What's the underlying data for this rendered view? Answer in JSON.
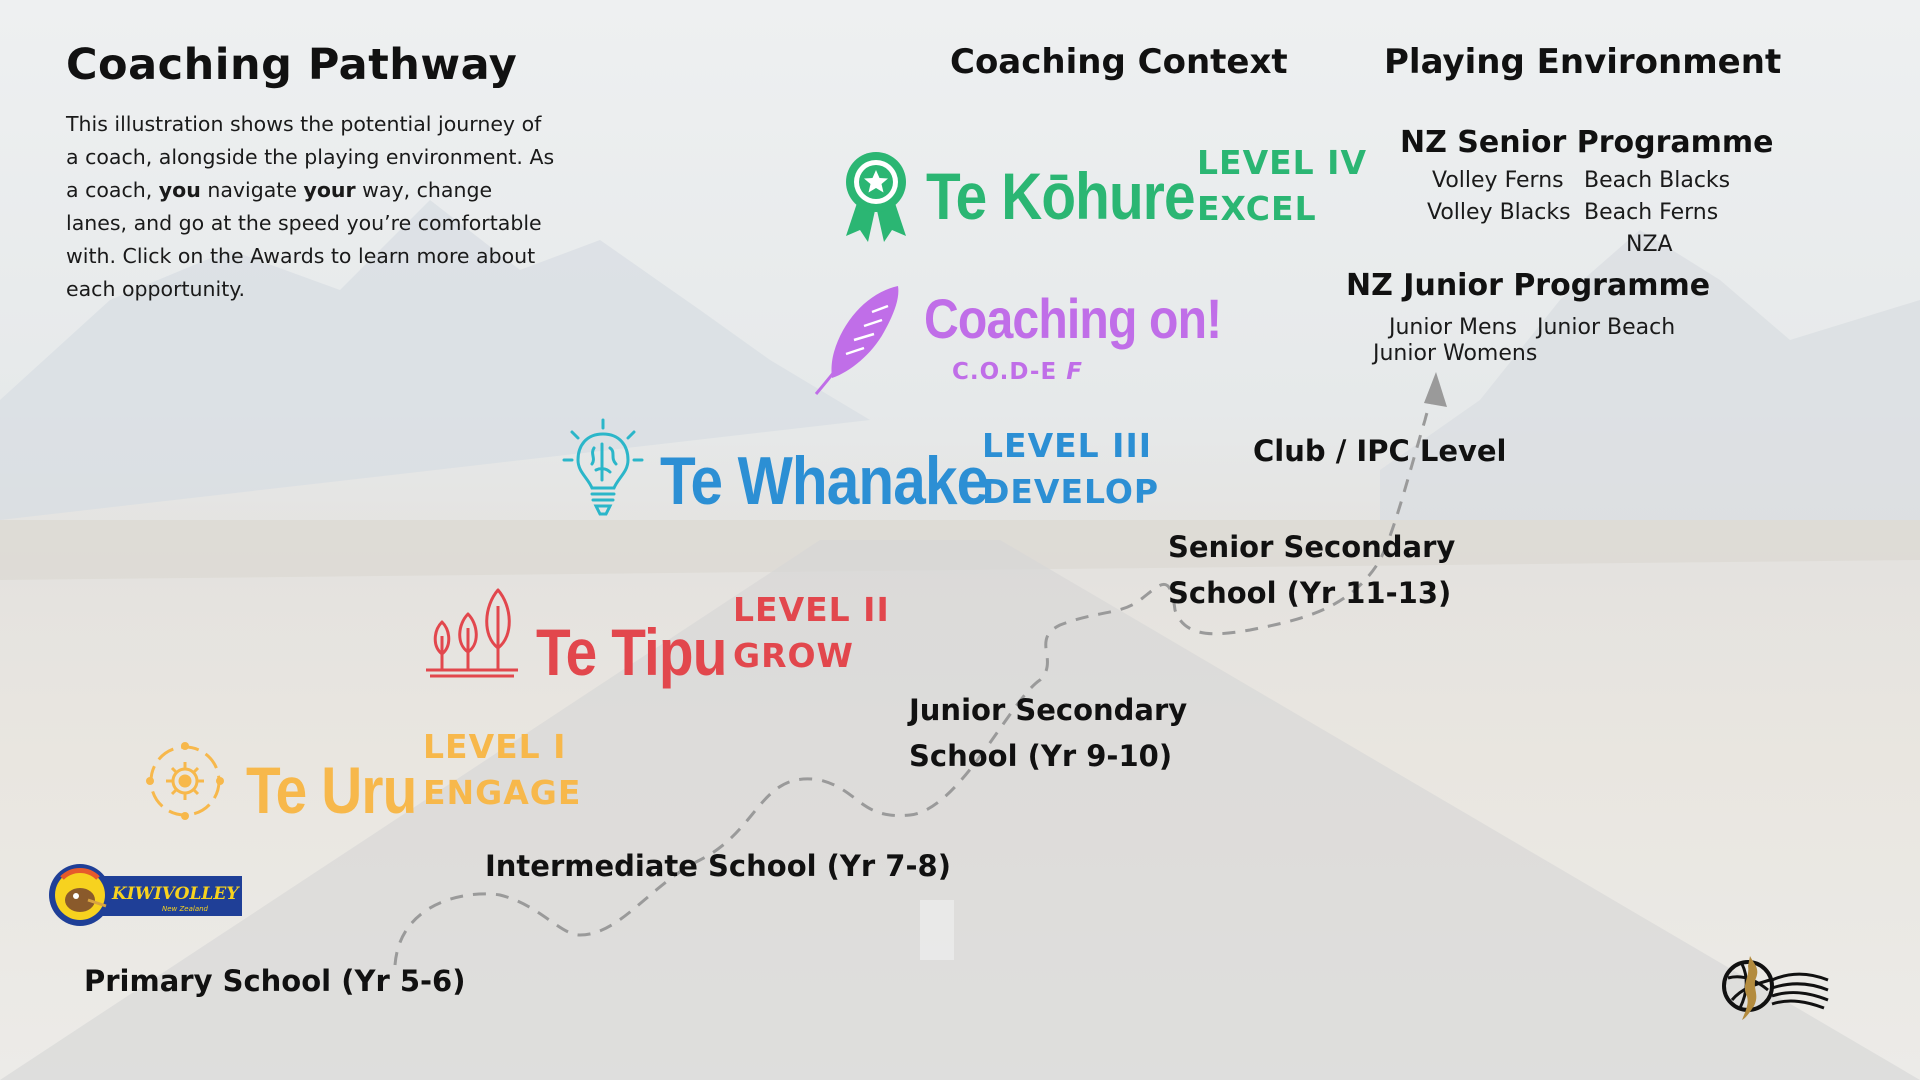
{
  "page": {
    "title": "Coaching Pathway",
    "intro": [
      {
        "text": "This illustration shows the potential journey of a coach, alongside the playing environment. As a coach, ",
        "bold": false
      },
      {
        "text": "you",
        "bold": true
      },
      {
        "text": " navigate ",
        "bold": false
      },
      {
        "text": "your",
        "bold": true
      },
      {
        "text": " way, change lanes, and go at the speed you’re comfortable with. Click on the Awards to learn more about each opportunity.",
        "bold": false
      }
    ]
  },
  "columns": {
    "coaching_context": "Coaching Context",
    "playing_environment": "Playing Environment"
  },
  "awards": {
    "kohure": {
      "name": "Te Kōhure",
      "level": "LEVEL IV",
      "tag": "EXCEL",
      "color": "#2bb673",
      "icon": "award-ribbon-icon"
    },
    "coaching_on": {
      "name": "Coaching on!",
      "sub": "C.O.D-E",
      "sub_f": "F",
      "color": "#c06ee8",
      "icon": "feather-icon"
    },
    "whanake": {
      "name": "Te Whanake",
      "level": "LEVEL III",
      "tag": "DEVELOP",
      "color": "#2c8fd4",
      "icon": "lightbulb-brain-icon"
    },
    "tipu": {
      "name": "Te Tipu",
      "level": "LEVEL II",
      "tag": "GROW",
      "color": "#e2474d",
      "icon": "trees-icon"
    },
    "uru": {
      "name": "Te Uru",
      "level": "LEVEL I",
      "tag": "ENGAGE",
      "color": "#f7b84b",
      "icon": "gear-icon"
    }
  },
  "pathway": {
    "primary": "Primary School (Yr 5-6)",
    "intermediate": "Intermediate School (Yr 7-8)",
    "junior_secondary": [
      "Junior Secondary",
      "School (Yr 9-10)"
    ],
    "senior_secondary": [
      "Senior Secondary",
      "School (Yr 11-13)"
    ],
    "club": "Club / IPC Level"
  },
  "programmes": {
    "senior": {
      "title": "NZ Senior Programme",
      "teams": [
        "Volley Ferns",
        "Beach Blacks",
        "Volley Blacks",
        "Beach Ferns",
        "NZA"
      ]
    },
    "junior": {
      "title": "NZ Junior Programme",
      "teams": [
        "Junior Mens",
        "Junior Beach",
        "Junior Womens"
      ]
    }
  },
  "logos": {
    "kiwivolley": {
      "name": "KIWIVOLLEY",
      "sub": "New Zealand"
    }
  },
  "colors": {
    "path": "#9a9a9a",
    "kiwivolley_blue": "#1f3f97",
    "kiwivolley_yellow": "#f7d21f"
  }
}
